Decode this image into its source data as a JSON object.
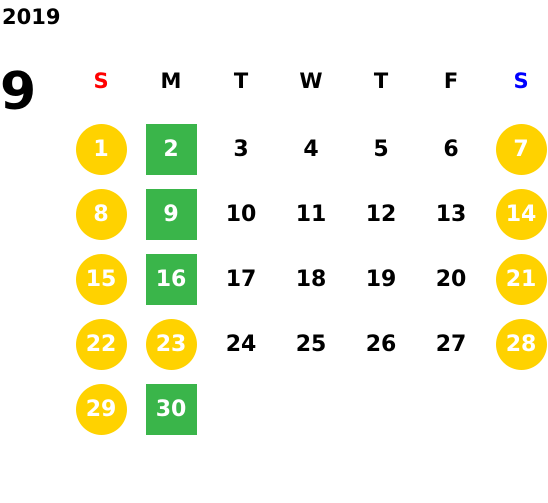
{
  "header": {
    "year": "2019",
    "month": "9"
  },
  "colors": {
    "sunday_label": "#ff0000",
    "saturday_label": "#0000ff",
    "weekday_label": "#000000",
    "holiday_circle": "#ffd200",
    "special_box": "#3ab54a",
    "day_text": "#000000",
    "marked_day_text": "#ffffff"
  },
  "weekdays": [
    "S",
    "M",
    "T",
    "W",
    "T",
    "F",
    "S"
  ],
  "first_weekday_index": 0,
  "days": [
    {
      "n": "1",
      "style": "holiday"
    },
    {
      "n": "2",
      "style": "special"
    },
    {
      "n": "3",
      "style": "normal"
    },
    {
      "n": "4",
      "style": "normal"
    },
    {
      "n": "5",
      "style": "normal"
    },
    {
      "n": "6",
      "style": "normal"
    },
    {
      "n": "7",
      "style": "holiday"
    },
    {
      "n": "8",
      "style": "holiday"
    },
    {
      "n": "9",
      "style": "special"
    },
    {
      "n": "10",
      "style": "normal"
    },
    {
      "n": "11",
      "style": "normal"
    },
    {
      "n": "12",
      "style": "normal"
    },
    {
      "n": "13",
      "style": "normal"
    },
    {
      "n": "14",
      "style": "holiday"
    },
    {
      "n": "15",
      "style": "holiday"
    },
    {
      "n": "16",
      "style": "special"
    },
    {
      "n": "17",
      "style": "normal"
    },
    {
      "n": "18",
      "style": "normal"
    },
    {
      "n": "19",
      "style": "normal"
    },
    {
      "n": "20",
      "style": "normal"
    },
    {
      "n": "21",
      "style": "holiday"
    },
    {
      "n": "22",
      "style": "holiday"
    },
    {
      "n": "23",
      "style": "holiday"
    },
    {
      "n": "24",
      "style": "normal"
    },
    {
      "n": "25",
      "style": "normal"
    },
    {
      "n": "26",
      "style": "normal"
    },
    {
      "n": "27",
      "style": "normal"
    },
    {
      "n": "28",
      "style": "holiday"
    },
    {
      "n": "29",
      "style": "holiday"
    },
    {
      "n": "30",
      "style": "special"
    }
  ]
}
